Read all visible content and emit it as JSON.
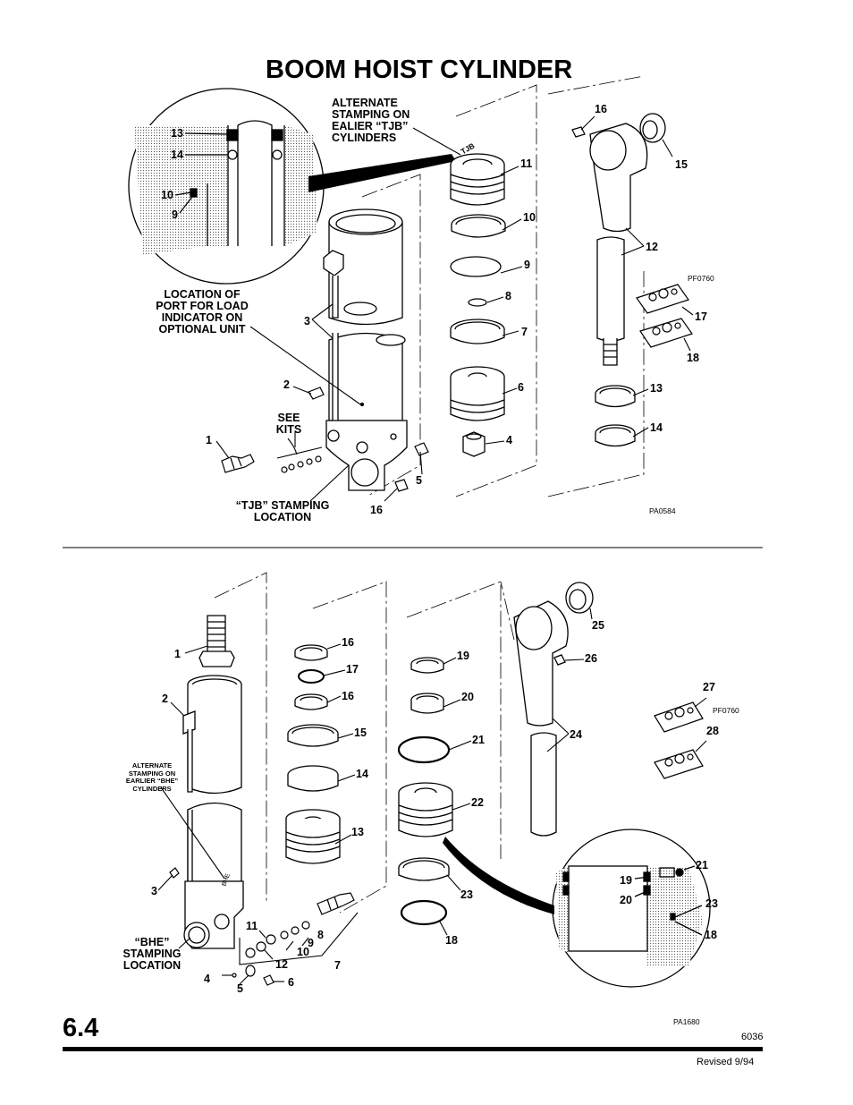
{
  "title": "BOOM HOIST CYLINDER",
  "page_number": "6.4",
  "doc_number": "6036",
  "revised": "Revised 9/94",
  "top": {
    "callouts": {
      "c13": "13",
      "c14": "14",
      "c10": "10",
      "c9": "9",
      "c16a": "16",
      "c11": "11",
      "c15": "15",
      "c10b": "10",
      "c12": "12",
      "c9b": "9",
      "c8": "8",
      "c3": "3",
      "c17": "17",
      "c7": "7",
      "c18": "18",
      "c2": "2",
      "c6": "6",
      "c13b": "13",
      "c14b": "14",
      "c1": "1",
      "c4": "4",
      "c5": "5",
      "c16b": "16"
    },
    "note_alternate": [
      "ALTERNATE",
      "STAMPING ON",
      "EALIER “TJB”",
      "CYLINDERS"
    ],
    "note_port": [
      "LOCATION OF",
      "PORT FOR LOAD",
      "INDICATOR ON",
      "OPTIONAL UNIT"
    ],
    "note_kits": [
      "SEE",
      "KITS"
    ],
    "note_stamp": [
      "“TJB” STAMPING",
      "LOCATION"
    ],
    "stamp_text": "TJB",
    "fig_code_kit": "PF0760",
    "fig_code": "PA0584"
  },
  "bottom": {
    "callouts": {
      "c1": "1",
      "c16": "16",
      "c19": "19",
      "c25": "25",
      "c17": "17",
      "c26": "26",
      "c2": "2",
      "c16b": "16",
      "c20": "20",
      "c27": "27",
      "c15": "15",
      "c21": "21",
      "c24": "24",
      "c28": "28",
      "c14": "14",
      "c22": "22",
      "c13": "13",
      "c21b": "21",
      "c19b": "19",
      "c3": "3",
      "c20b": "20",
      "c23": "23",
      "c23b": "23",
      "c18": "18",
      "c18b": "18",
      "c11": "11",
      "c8": "8",
      "c9": "9",
      "c10": "10",
      "c12": "12",
      "c7": "7",
      "c4": "4",
      "c5": "5",
      "c6": "6"
    },
    "note_alternate": [
      "ALTERNATE",
      "STAMPING ON",
      "EARLIER “BHE”",
      "CYLINDERS"
    ],
    "note_stamp": [
      "“BHE”",
      "STAMPING",
      "LOCATION"
    ],
    "stamp_text": "BHE",
    "fig_code_kit": "PF0760",
    "fig_code": "PA1680"
  }
}
